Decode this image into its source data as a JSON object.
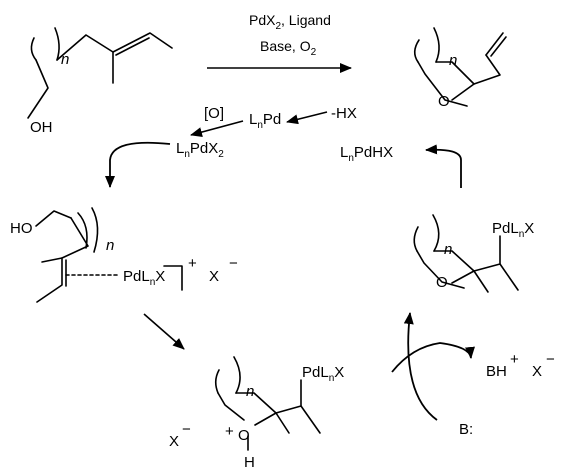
{
  "conditions": {
    "line1_pre": "PdX",
    "line1_sub": "2",
    "line1_post": ", Ligand",
    "line2_pre": "Base, O",
    "line2_sub": "2"
  },
  "ring_index": "n",
  "labels": {
    "oh": "OH",
    "ho": "HO",
    "o": "O",
    "h": "H",
    "plus": "+",
    "minus": "−",
    "x": "X",
    "oxidant": "[O]",
    "minus_hx": "-HX",
    "l": "L",
    "pd": "Pd",
    "pdhx": "PdHX",
    "pdx": "PdX",
    "sub2": "2",
    "pdl": "PdL",
    "bh": "BH",
    "base": "B:"
  }
}
